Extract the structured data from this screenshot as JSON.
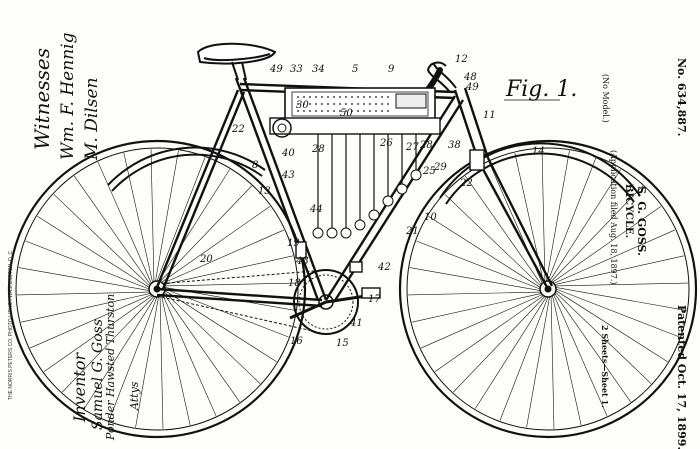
{
  "header": {
    "patent_number": "No. 634,887.",
    "model_note": "(No Model.)",
    "inventor_short": "S. G. GOSS.",
    "title": "BICYCLE.",
    "application": "(Application filed Aug. 18, 1897.)",
    "patented": "Patented Oct. 17, 1899.",
    "sheets": "2 Sheets—Sheet 1."
  },
  "figure_label": "Fig. 1.",
  "printer_note": "THE NORRIS PETERS CO. PHOTO-LITHO., WASHINGTON, D. C.",
  "witnesses": {
    "heading": "Witnesses",
    "names": [
      "Wm. F. Hennig",
      "M. Dilsen"
    ]
  },
  "inventor_block": {
    "heading": "Inventor",
    "name": "Samuel G. Goss",
    "attorney": "Ponder Hawsted Thurston",
    "attorney_suffix": "Attys"
  },
  "reference_numerals": [
    "49",
    "33",
    "34",
    "5",
    "9",
    "12",
    "48",
    "49",
    "30",
    "11",
    "22",
    "40",
    "50",
    "28",
    "8",
    "26",
    "27",
    "28",
    "38",
    "43",
    "29",
    "22",
    "25",
    "14",
    "13",
    "44",
    "10",
    "19",
    "21",
    "20",
    "42",
    "43",
    "18",
    "17",
    "41",
    "16",
    "15"
  ]
}
